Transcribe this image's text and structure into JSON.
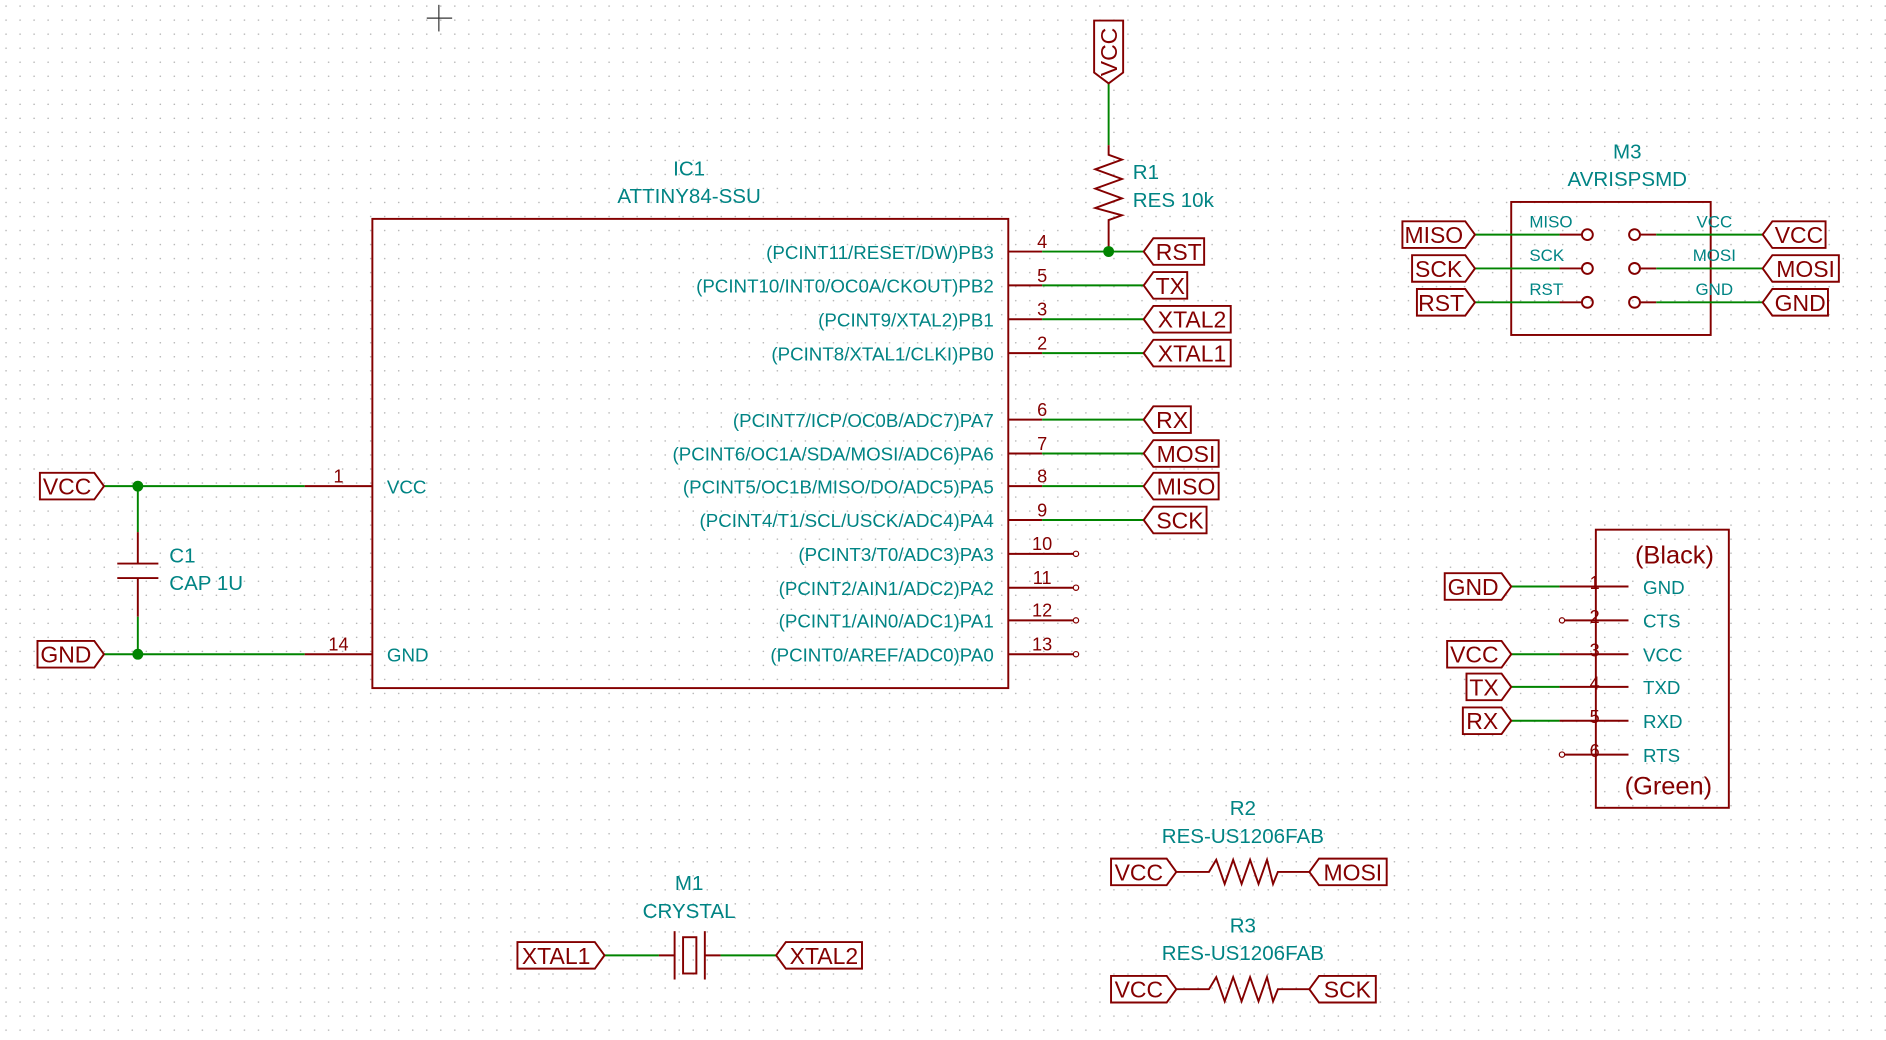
{
  "colors": {
    "wire": "#008400",
    "component": "#840000",
    "text": "#008484",
    "background": "#ffffff",
    "grid": "#b0b0b0"
  },
  "ic1": {
    "ref": "IC1",
    "value": "ATTINY84-SSU",
    "right_pins": [
      {
        "num": "4",
        "name": "(PCINT11/RESET/DW)PB3",
        "net": "RST"
      },
      {
        "num": "5",
        "name": "(PCINT10/INT0/OC0A/CKOUT)PB2",
        "net": "TX"
      },
      {
        "num": "3",
        "name": "(PCINT9/XTAL2)PB1",
        "net": "XTAL2"
      },
      {
        "num": "2",
        "name": "(PCINT8/XTAL1/CLKI)PB0",
        "net": "XTAL1"
      },
      {
        "num": "6",
        "name": "(PCINT7/ICP/OC0B/ADC7)PA7",
        "net": "RX"
      },
      {
        "num": "7",
        "name": "(PCINT6/OC1A/SDA/MOSI/ADC6)PA6",
        "net": "MOSI"
      },
      {
        "num": "8",
        "name": "(PCINT5/OC1B/MISO/DO/ADC5)PA5",
        "net": "MISO"
      },
      {
        "num": "9",
        "name": "(PCINT4/T1/SCL/USCK/ADC4)PA4",
        "net": "SCK"
      },
      {
        "num": "10",
        "name": "(PCINT3/T0/ADC3)PA3",
        "net": ""
      },
      {
        "num": "11",
        "name": "(PCINT2/AIN1/ADC2)PA2",
        "net": ""
      },
      {
        "num": "12",
        "name": "(PCINT1/AIN0/ADC1)PA1",
        "net": ""
      },
      {
        "num": "13",
        "name": "(PCINT0/AREF/ADC0)PA0",
        "net": ""
      }
    ],
    "left_pins": [
      {
        "num": "1",
        "name": "VCC",
        "net": "VCC"
      },
      {
        "num": "14",
        "name": "GND",
        "net": "GND"
      }
    ]
  },
  "c1": {
    "ref": "C1",
    "value": "CAP 1U"
  },
  "r1": {
    "ref": "R1",
    "value": "RES 10k",
    "net_top": "VCC"
  },
  "m3": {
    "ref": "M3",
    "value": "AVRISPSMD",
    "left_pins": [
      {
        "name": "MISO",
        "net": "MISO"
      },
      {
        "name": "SCK",
        "net": "SCK"
      },
      {
        "name": "RST",
        "net": "RST"
      }
    ],
    "right_pins": [
      {
        "name": "VCC",
        "net": "VCC"
      },
      {
        "name": "MOSI",
        "net": "MOSI"
      },
      {
        "name": "GND",
        "net": "GND"
      }
    ]
  },
  "ftdi": {
    "top_text": "(Black)",
    "bottom_text": "(Green)",
    "pins": [
      {
        "num": "1",
        "name": "GND",
        "net": "GND"
      },
      {
        "num": "2",
        "name": "CTS",
        "net": ""
      },
      {
        "num": "3",
        "name": "VCC",
        "net": "VCC"
      },
      {
        "num": "4",
        "name": "TXD",
        "net": "TX"
      },
      {
        "num": "5",
        "name": "RXD",
        "net": "RX"
      },
      {
        "num": "6",
        "name": "RTS",
        "net": ""
      }
    ]
  },
  "r2": {
    "ref": "R2",
    "value": "RES-US1206FAB",
    "net_left": "VCC",
    "net_right": "MOSI"
  },
  "r3": {
    "ref": "R3",
    "value": "RES-US1206FAB",
    "net_left": "VCC",
    "net_right": "SCK"
  },
  "m1": {
    "ref": "M1",
    "value": "CRYSTAL",
    "net_left": "XTAL1",
    "net_right": "XTAL2"
  }
}
